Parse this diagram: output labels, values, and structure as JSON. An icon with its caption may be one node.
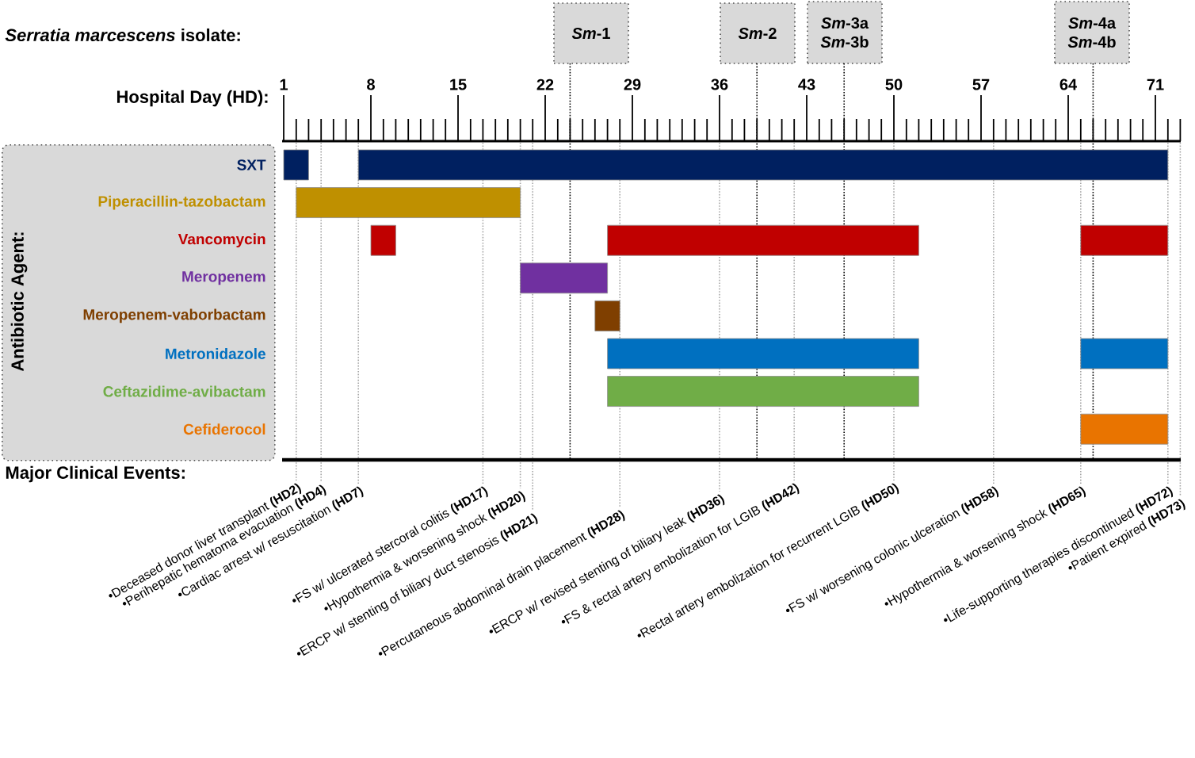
{
  "diagram": {
    "nodes": [
      {
        "text": [
          "Antibiotic Agent:",
          "SXT",
          "Piperacillin-tazobactam",
          "Vancomycin",
          "Meropenem",
          "Meropenem-vaborbactam",
          "Metronidazole",
          "Ceftazidime-avibactam",
          "Cefiderocol"
        ]
      },
      {
        "text": [
          "*Sm*-1"
        ]
      },
      {
        "text": [
          "*Sm*-2"
        ]
      },
      {
        "text": [
          "*Sm*-3a *Sm*-3b"
        ]
      },
      {
        "text": [
          "*Sm*-4a *Sm*-4b"
        ]
      }
    ],
    "labels": [
      "*Serratia marcescens* isolate:",
      "Hospital Day (HD):",
      "1",
      "8",
      "15",
      "22",
      "29",
      "36",
      "43",
      "50",
      "57",
      "64",
      "71",
      "Major Clinical Events:",
      "•Deceased donor liver transplant **(HD2)**",
      "•Perihepatic hematoma evacuation **(HD4)**",
      "•Cardiac arrest w/ resuscitation **(HD7)**",
      "•FS w/ ulcerated stercoral colitis **(HD17)**",
      "•Hypothermia & worsening shock **(HD20)**",
      "•ERCP w/ stenting of biliary duct stenosis **(HD21)**",
      "•Percutaneous abdominal drain placement **(HD28)**",
      "•ERCP w/ revised stenting of biliary leak **(HD36)**",
      "•FS & rectal artery embolization for LGIB **(HD42)**",
      "•Rectal artery embolization for recurrent LGIB **(HD50)**",
      "•FS w/ worsening colonic ulceration **(HD58)**",
      "•Hypothermia & worsening shock **(HD65)**",
      "•Life-supporting therapies discontinued **(HD72)**",
      "•Patient expired **(HD73)**"
    ]
  }
}
